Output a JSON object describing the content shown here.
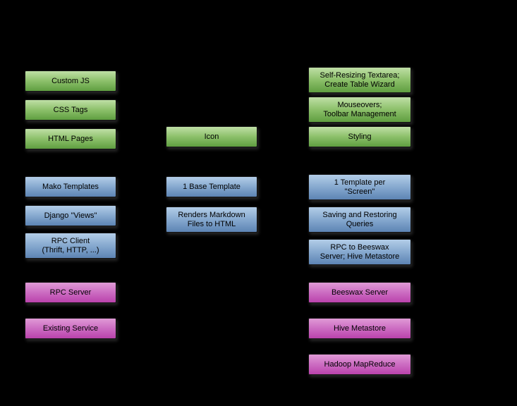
{
  "diagram": {
    "background": "#000000",
    "colors": {
      "green_top": "#bfdfa6",
      "green_bottom": "#5f9e40",
      "blue_top": "#b3cde8",
      "blue_bottom": "#5d84b4",
      "magenta_top": "#e09ad6",
      "magenta_bottom": "#ba42ac",
      "box_text": "#000000"
    }
  },
  "boxes": [
    {
      "label": "Custom JS",
      "type": "green"
    },
    {
      "label": "CSS Tags",
      "type": "green"
    },
    {
      "label": "HTML Pages",
      "type": "green"
    },
    {
      "label": "Mako Templates",
      "type": "blue"
    },
    {
      "label": "Django \"Views\"",
      "type": "blue"
    },
    {
      "label": "RPC Client\n(Thrift, HTTP, ...)",
      "type": "blue"
    },
    {
      "label": "RPC Server",
      "type": "magenta"
    },
    {
      "label": "Existing Service",
      "type": "magenta"
    },
    {
      "label": "Icon",
      "type": "green"
    },
    {
      "label": "1 Base Template",
      "type": "blue"
    },
    {
      "label": "Renders Markdown\nFiles to HTML",
      "type": "blue"
    },
    {
      "label": "Self-Resizing Textarea;\nCreate Table Wizard",
      "type": "green"
    },
    {
      "label": "Mouseovers;\nToolbar Management",
      "type": "green"
    },
    {
      "label": "Styling",
      "type": "green"
    },
    {
      "label": "1 Template per\n\"Screen\"",
      "type": "blue"
    },
    {
      "label": "Saving and Restoring\nQueries",
      "type": "blue"
    },
    {
      "label": "RPC to Beeswax\nServer; Hive Metastore",
      "type": "blue"
    },
    {
      "label": "Beeswax Server",
      "type": "magenta"
    },
    {
      "label": "Hive Metastore",
      "type": "magenta"
    },
    {
      "label": "Hadoop MapReduce",
      "type": "magenta"
    }
  ]
}
